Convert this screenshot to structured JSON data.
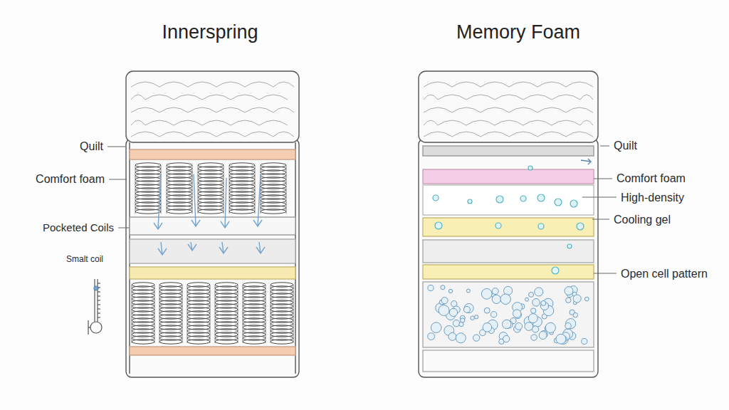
{
  "diagram": {
    "nodes": [
      {
        "text": [
          "Innerspring"
        ]
      },
      {
        "text": [
          "Memory Foam"
        ]
      }
    ],
    "labels": [
      "Quilt",
      "Comfort foam",
      "Pocketed Coils",
      "Smalt coil",
      "Quilt",
      "Comfort foam",
      "High-density",
      "Cooling gel",
      "Open cell pattern"
    ]
  }
}
